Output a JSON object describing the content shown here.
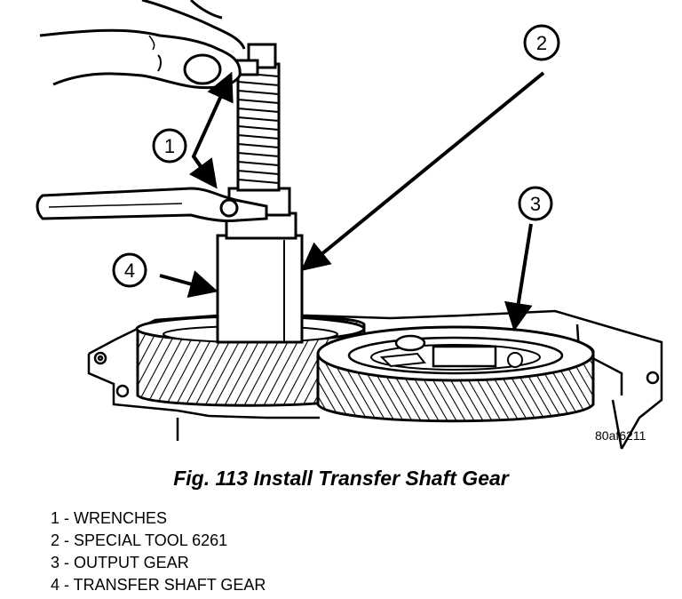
{
  "figure": {
    "id_code": "80af6211",
    "caption": "Fig. 113 Install Transfer Shaft Gear",
    "callouts": [
      {
        "number": "1",
        "description": "WRENCHES"
      },
      {
        "number": "2",
        "description": "SPECIAL TOOL 6261"
      },
      {
        "number": "3",
        "description": "OUTPUT GEAR"
      },
      {
        "number": "4",
        "description": "TRANSFER SHAFT GEAR"
      }
    ],
    "legend": [
      "1 - WRENCHES",
      "2 - SPECIAL TOOL 6261",
      "3 - OUTPUT GEAR",
      "4 - TRANSFER SHAFT GEAR"
    ]
  }
}
